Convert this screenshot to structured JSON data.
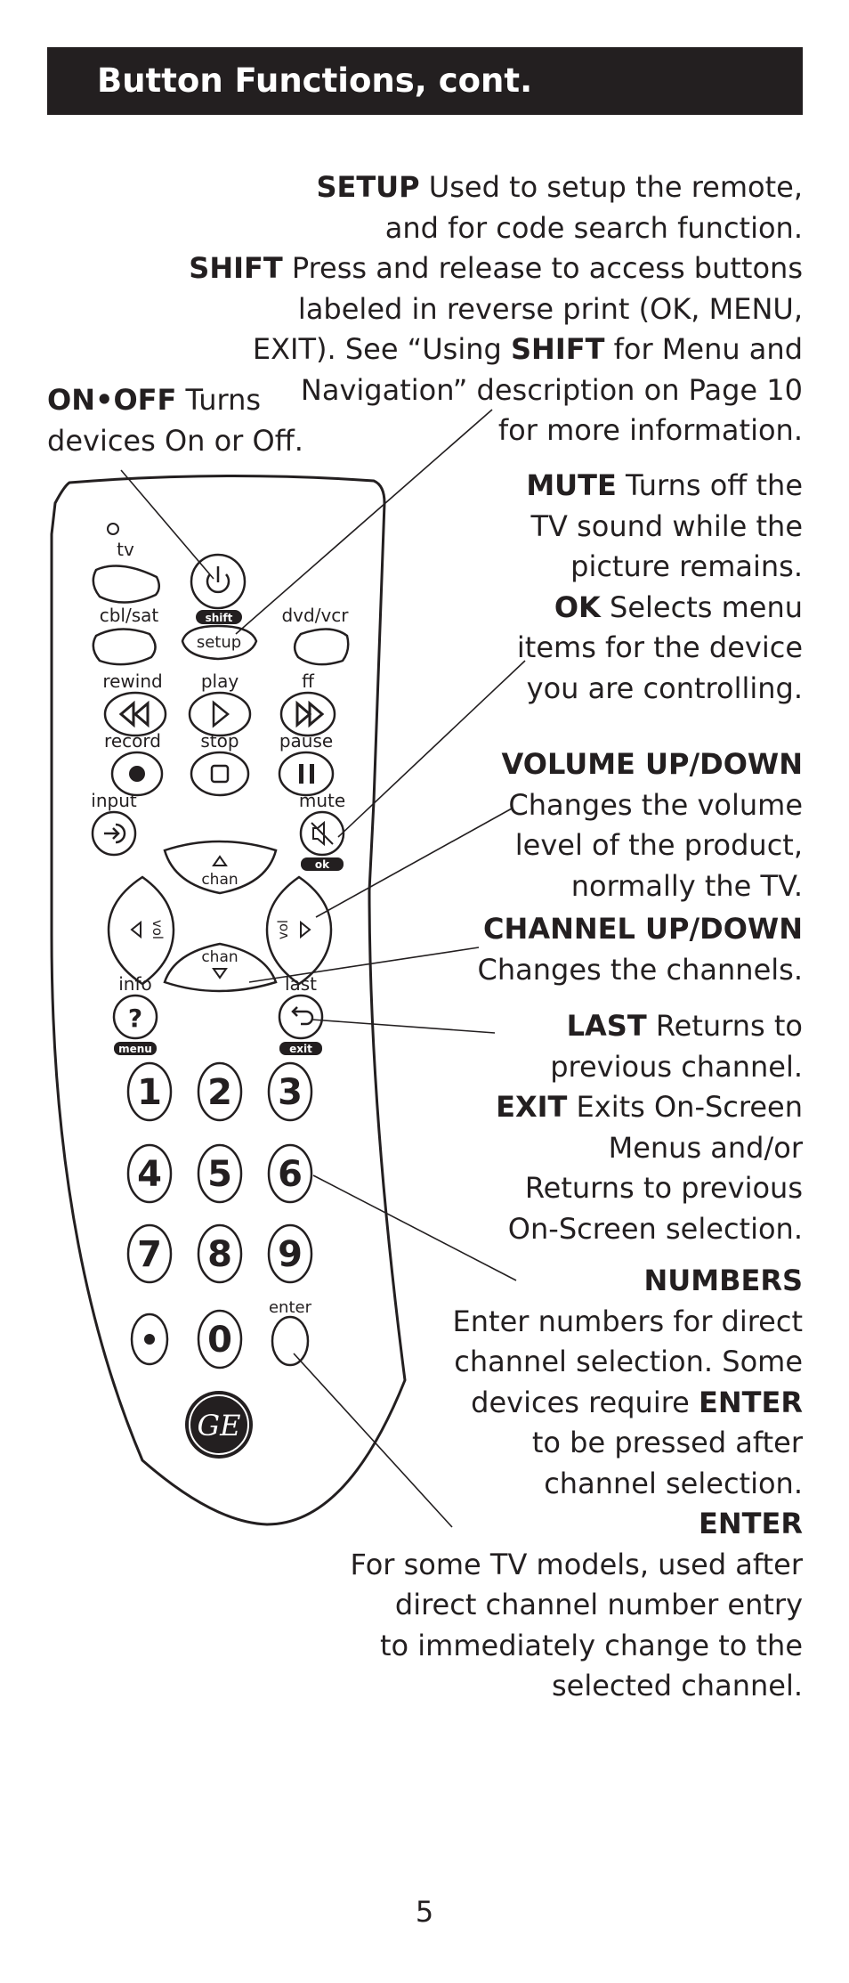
{
  "header": {
    "title": "Button Functions, cont."
  },
  "descriptions": {
    "setup": {
      "term": "SETUP",
      "lines": [
        " Used to setup the remote,",
        "and for code search function."
      ]
    },
    "shift": {
      "term": "SHIFT",
      "l1": " Press and release to access buttons",
      "l2": "labeled in reverse print (OK, MENU,",
      "l3a": "EXIT). See “Using ",
      "l3term": "SHIFT",
      "l3b": " for Menu and",
      "l4": "Navigation” description on Page 10",
      "l5": "for more information."
    },
    "onoff": {
      "term": "ON•OFF",
      "l1": " Turns",
      "l2": "devices On or Off."
    },
    "mute": {
      "term": "MUTE",
      "l1": " Turns off the",
      "l2": "TV sound while the",
      "l3": "picture remains."
    },
    "ok": {
      "term": "OK",
      "l1": " Selects menu",
      "l2": "items for the device",
      "l3": "you are controlling."
    },
    "volume": {
      "term": "VOLUME UP/DOWN",
      "l1": "Changes the volume",
      "l2": "level of the product,",
      "l3": "normally the TV."
    },
    "channel": {
      "term": "CHANNEL UP/DOWN",
      "l1": "Changes the channels."
    },
    "last": {
      "term": "LAST",
      "l1": " Returns to",
      "l2": "previous channel."
    },
    "exit": {
      "term": "EXIT",
      "l1": " Exits On-Screen",
      "l2": "Menus and/or",
      "l3": "Returns to previous",
      "l4": "On-Screen selection."
    },
    "numbers": {
      "term": "NUMBERS",
      "l1": "Enter numbers for direct",
      "l2": "channel selection. Some",
      "l3a": "devices require ",
      "l3term": "ENTER",
      "l4": "to be pressed after",
      "l5": "channel selection."
    },
    "enter": {
      "term": "ENTER",
      "l1": "For some TV models, used after",
      "l2": "direct channel number entry",
      "l3": "to immediately change to the",
      "l4": "selected channel."
    }
  },
  "remote": {
    "labels": {
      "tv": "tv",
      "cbl_sat": "cbl/sat",
      "dvd_vcr": "dvd/vcr",
      "shift": "shift",
      "setup": "setup",
      "rewind": "rewind",
      "play": "play",
      "ff": "ff",
      "record": "record",
      "stop": "stop",
      "pause": "pause",
      "input": "input",
      "mute": "mute",
      "ok": "ok",
      "chan": "chan",
      "vol": "vol",
      "info": "info",
      "last": "last",
      "menu": "menu",
      "exit": "exit",
      "enter": "enter",
      "logo": "GE"
    },
    "digits": [
      "1",
      "2",
      "3",
      "4",
      "5",
      "6",
      "7",
      "8",
      "9",
      "0"
    ],
    "info_glyph": "?"
  },
  "page_number": "5"
}
